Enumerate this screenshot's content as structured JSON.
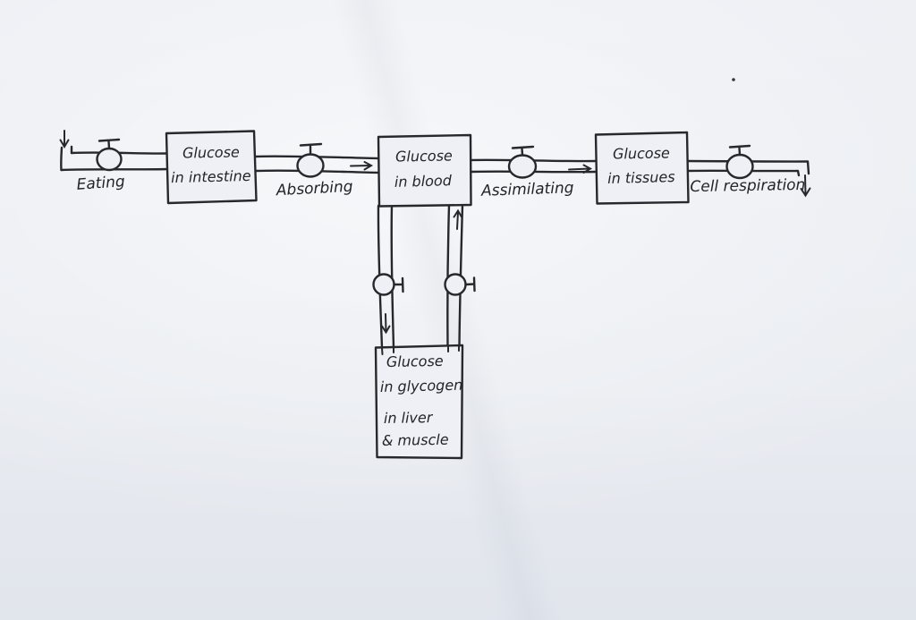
{
  "page": {
    "paper_color": "#eaedf2",
    "ink_color": "#26282c"
  },
  "diagram": {
    "type": "stock-and-flow",
    "boxes": {
      "intestine": {
        "line1": "Glucose",
        "line2": "in intestine"
      },
      "blood": {
        "line1": "Glucose",
        "line2": "in blood"
      },
      "tissues": {
        "line1": "Glucose",
        "line2": "in tissues"
      },
      "glycogen": {
        "line1": "Glucose",
        "line2": "in glycogen",
        "line3": "in liver",
        "line4": "& muscle"
      }
    },
    "valves": {
      "eating": {
        "label": "Eating"
      },
      "absorbing": {
        "label": "Absorbing"
      },
      "assimilating": {
        "label": "Assimilating"
      },
      "cell_respiration": {
        "label": "Cell respiration"
      }
    }
  }
}
